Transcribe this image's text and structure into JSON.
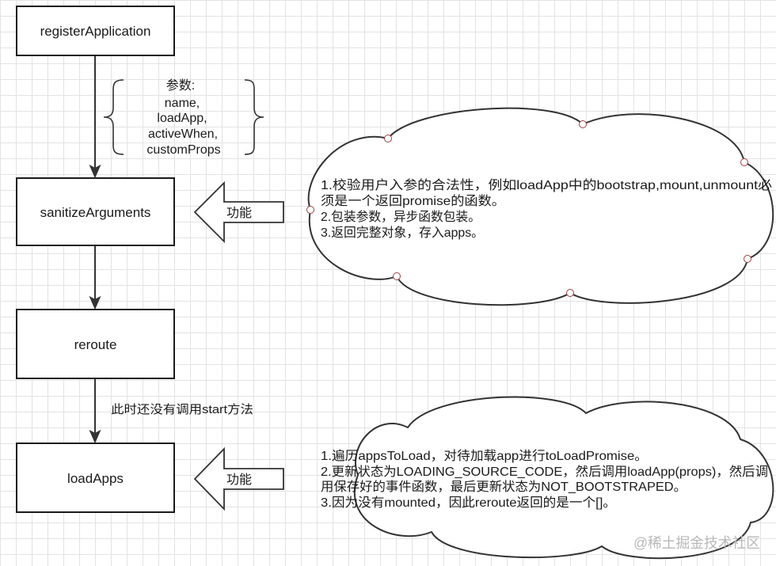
{
  "colors": {
    "stroke": "#333333",
    "box_stroke": "#1a1a1a",
    "grid": "#e3e3e3",
    "handle": "#a0413f",
    "watermark": "#b8b8b8",
    "text": "#1a1a1a"
  },
  "flow": {
    "nodes": [
      {
        "label": "registerApplication"
      },
      {
        "label": "sanitizeArguments"
      },
      {
        "label": "reroute"
      },
      {
        "label": "loadApps"
      }
    ],
    "edge_label": "此时还没有调用start方法"
  },
  "params": {
    "title": "参数:",
    "items": [
      "name,",
      "loadApp,",
      "activeWhen,",
      "customProps"
    ]
  },
  "notes": [
    {
      "arrow_label": "功能",
      "lines": [
        "1.校验用户入参的合法性，例如loadApp中的bootstrap,mount,unmount必",
        "须是一个返回promise的函数。",
        "2.包装参数，异步函数包装。",
        "3.返回完整对象，存入apps。"
      ]
    },
    {
      "arrow_label": "功能",
      "lines": [
        "1.遍历appsToLoad，对待加载app进行toLoadPromise。",
        "2.更新状态为LOADING_SOURCE_CODE，然后调用loadApp(props)，然后调",
        "用保存好的事件函数，最后更新状态为NOT_BOOTSTRAPED。",
        "3.因为没有mounted，因此reroute返回的是一个[]。"
      ]
    }
  ],
  "watermark": "@稀土掘金技术社区"
}
